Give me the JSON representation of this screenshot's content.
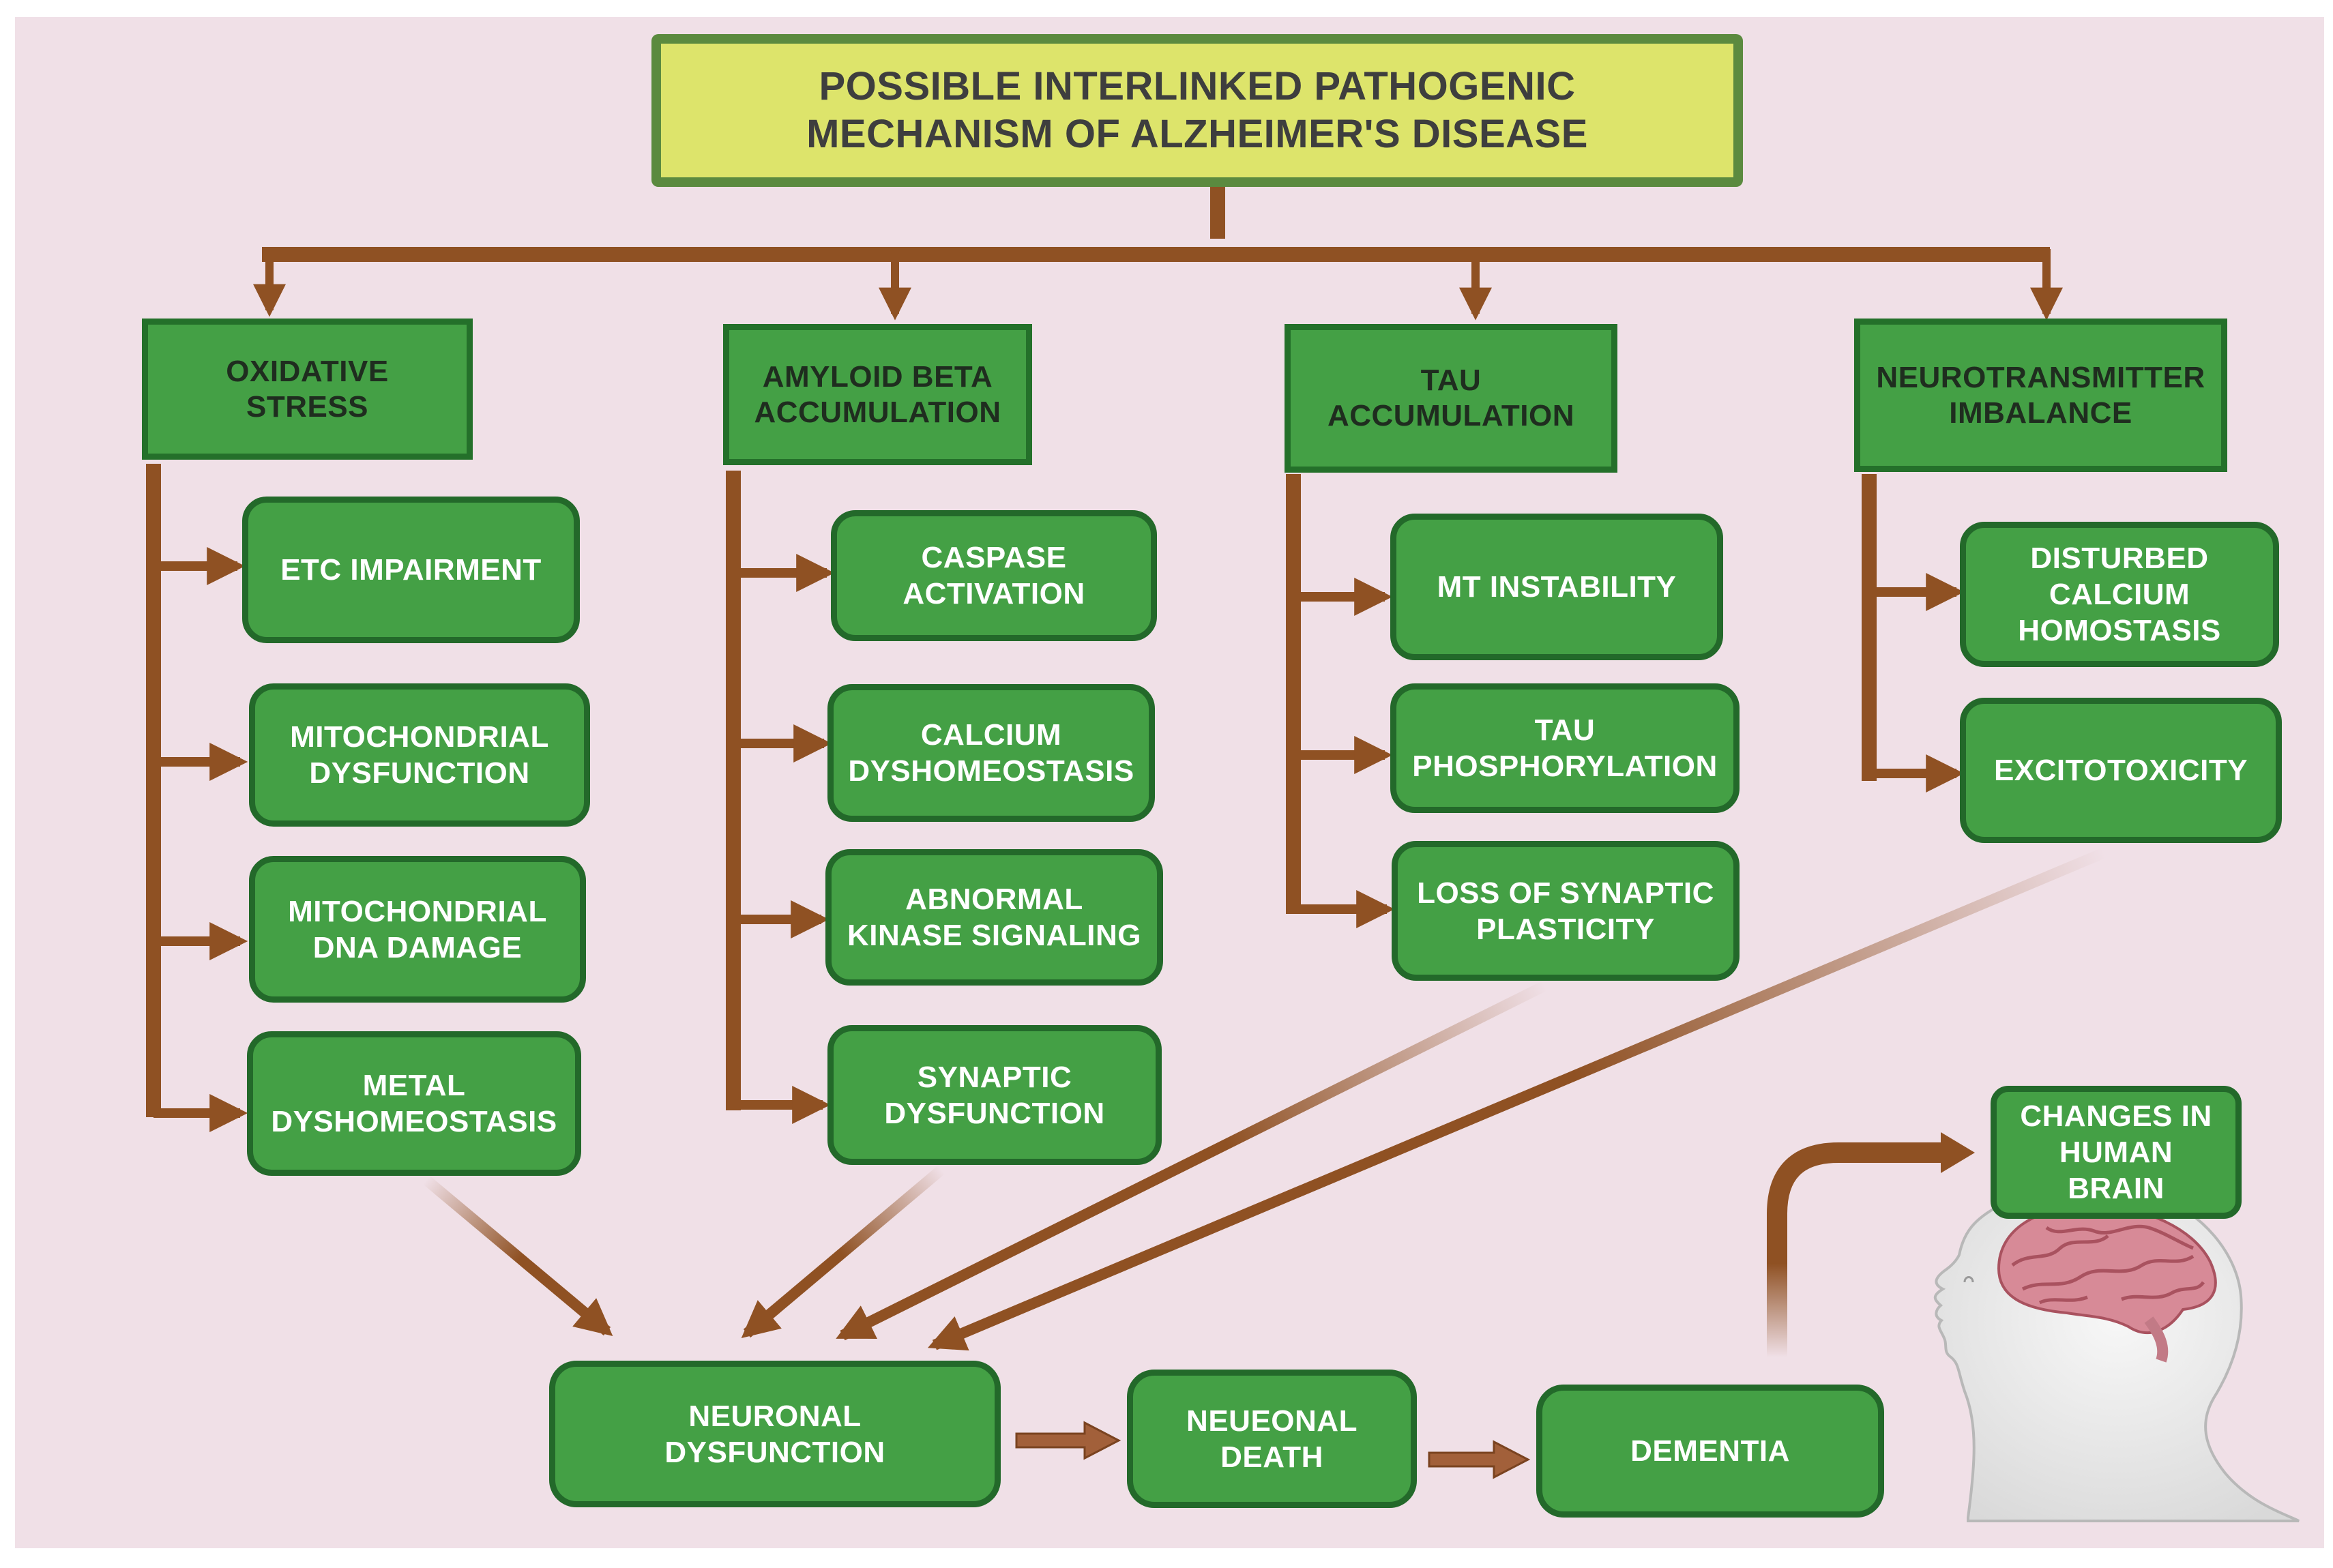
{
  "title": "POSSIBLE INTERLINKED PATHOGENIC\nMECHANISM OF ALZHEIMER'S DISEASE",
  "categories": [
    {
      "label": "OXIDATIVE\nSTRESS",
      "items": [
        "ETC IMPAIRMENT",
        "MITOCHONDRIAL\nDYSFUNCTION",
        "MITOCHONDRIAL\nDNA DAMAGE",
        "METAL\nDYSHOMEOSTASIS"
      ]
    },
    {
      "label": "AMYLOID BETA\nACCUMULATION",
      "items": [
        "CASPASE\nACTIVATION",
        "CALCIUM\nDYSHOMEOSTASIS",
        "ABNORMAL\nKINASE SIGNALING",
        "SYNAPTIC\nDYSFUNCTION"
      ]
    },
    {
      "label": "TAU\nACCUMULATION",
      "items": [
        "MT INSTABILITY",
        "TAU\nPHOSPHORYLATION",
        "LOSS OF SYNAPTIC\nPLASTICITY"
      ]
    },
    {
      "label": "NEUROTRANSMITTER\nIMBALANCE",
      "items": [
        "DISTURBED\nCALCIUM\nHOMOSTASIS",
        "EXCITOTOXICITY"
      ]
    }
  ],
  "outcomes": [
    "NEURONAL\nDYSFUNCTION",
    "NEUEONAL\nDEATH",
    "DEMENTIA"
  ],
  "brain_label": "CHANGES IN\nHUMAN\nBRAIN",
  "colors": {
    "background": "#f0e0e7",
    "title_fill": "#dde46b",
    "title_border": "#5b8a3f",
    "box_fill": "#44a045",
    "box_border": "#24702a",
    "arrow": "#8f5123"
  }
}
